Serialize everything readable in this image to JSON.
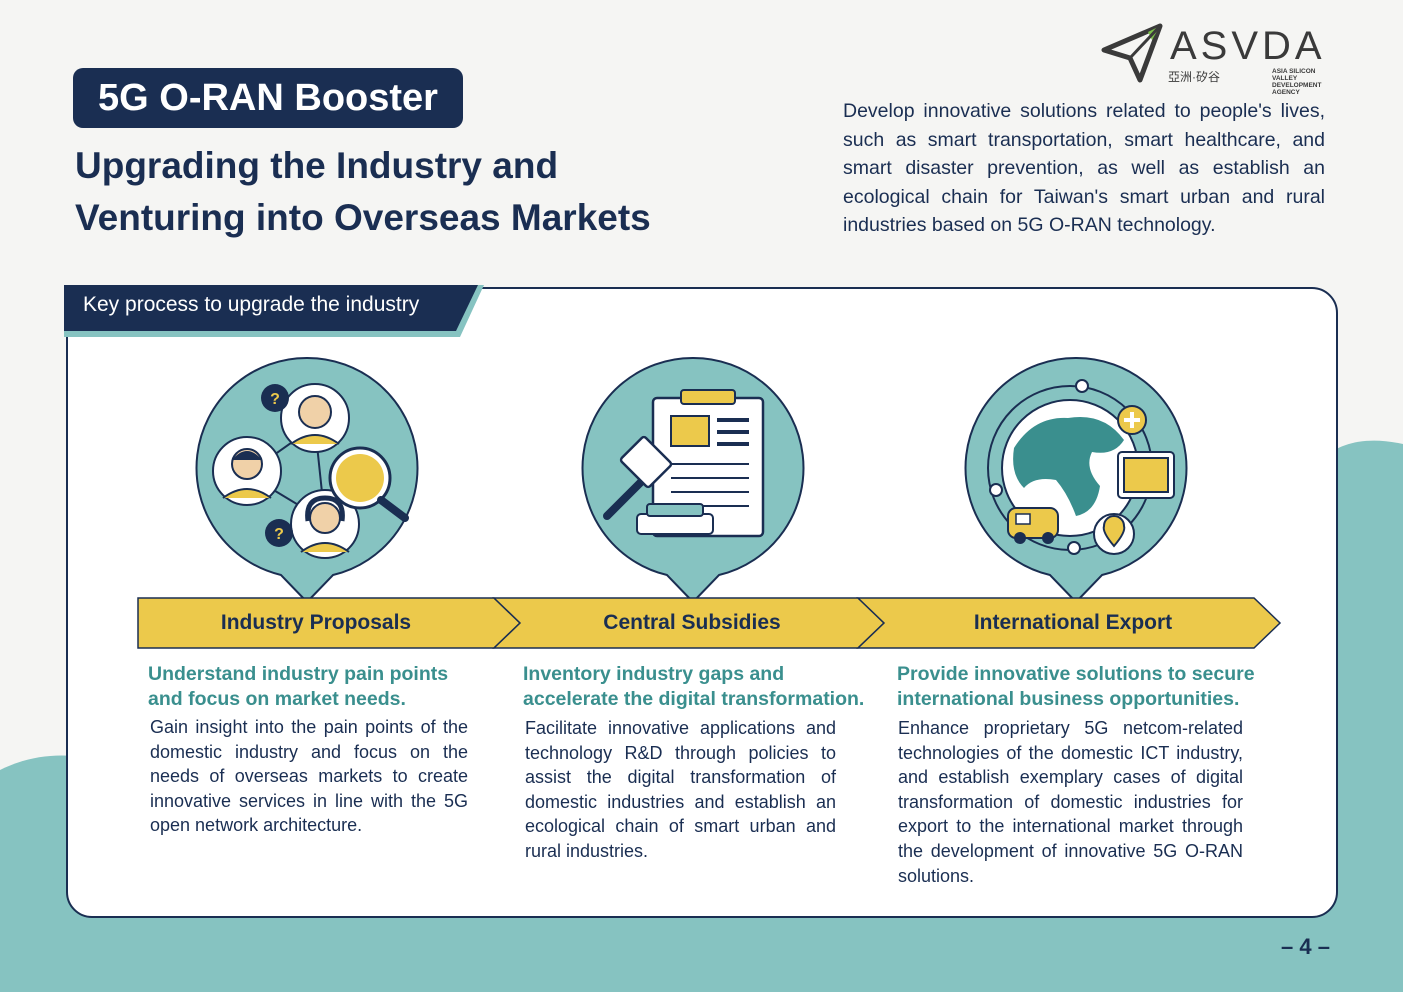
{
  "logo": {
    "name": "ASVDA",
    "chinese": "亞洲·矽谷",
    "agency": "ASIA SILICON VALLEY DEVELOPMENT AGENCY"
  },
  "header": {
    "badge": "5G O-RAN Booster",
    "headline_line1": "Upgrading the Industry and",
    "headline_line2": "Venturing into Overseas Markets",
    "intro": "Develop innovative solutions related to people's lives, such as smart transportation, smart healthcare, and smart disaster prevention, as well as establish an ecological chain for Taiwan's smart urban and rural industries based on 5G O-RAN technology."
  },
  "process": {
    "tab_label": "Key process to upgrade the industry",
    "steps": [
      {
        "label": "Industry Proposals",
        "heading": "Understand industry pain points and focus on market needs.",
        "body": "Gain insight into the pain points of the domestic industry and focus on the needs of overseas markets to create innovative services in line with the 5G open network architecture."
      },
      {
        "label": "Central Subsidies",
        "heading": "Inventory industry gaps and accelerate the digital transformation.",
        "body": "Facilitate innovative applications and technology R&D through policies to assist the digital transformation of domestic industries and establish an ecological chain of smart urban and rural industries."
      },
      {
        "label": "International Export",
        "heading": "Provide innovative solutions to secure international business opportunities.",
        "body": "Enhance proprietary 5G netcom-related technologies of the domestic ICT industry, and establish exemplary cases of digital transformation of domestic industries for export to the international market through the development of innovative 5G O-RAN solutions."
      }
    ]
  },
  "footer": {
    "page_number": "– 4 –"
  },
  "colors": {
    "navy": "#1a2e52",
    "teal": "#86c3c1",
    "yellow": "#ecc94b",
    "teal_text": "#3a8f8e"
  }
}
